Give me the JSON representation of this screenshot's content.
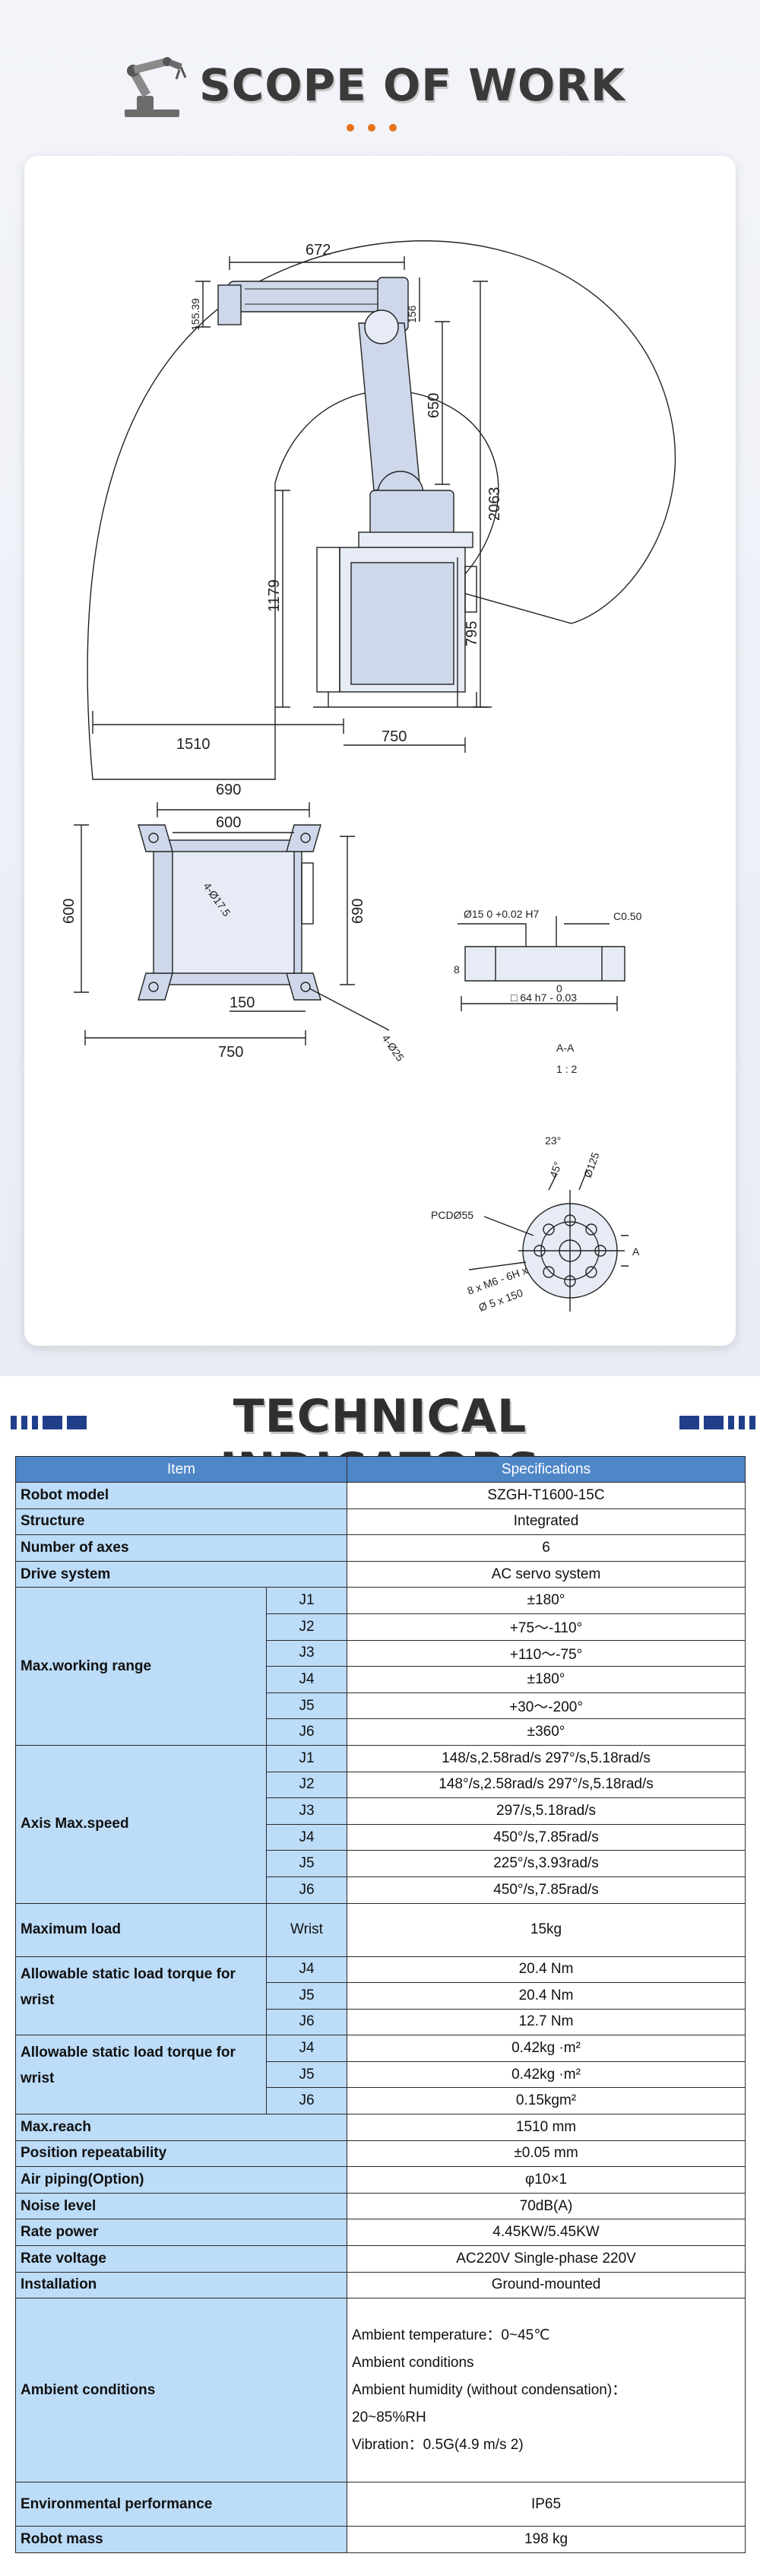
{
  "scope": {
    "title": "SCOPE OF WORK",
    "logo_icon": "robot-arm-icon",
    "accent_color": "#e8731c"
  },
  "drawing": {
    "side_view": {
      "dims": [
        "672",
        "155.39",
        "156",
        "650",
        "2063",
        "1179",
        "795",
        "1510",
        "750"
      ]
    },
    "base_view": {
      "dims": [
        "690",
        "600",
        "600",
        "690",
        "4-Ø17.5",
        "150",
        "750",
        "4-Ø25"
      ]
    },
    "section_view": {
      "labels": [
        "Ø15 0 +0.02 H7",
        "C0.50",
        "8",
        "0",
        "□ 64 h7 - 0.03",
        "A-A",
        "1 : 2"
      ]
    },
    "flange_view": {
      "labels": [
        "PCDØ55",
        "23°",
        "45°",
        "Ø125",
        "8 x M6 - 6H x",
        "Ø 5 x 150",
        "A"
      ]
    }
  },
  "tech": {
    "title": "TECHNICAL INDICATORS",
    "header_color": "#4f86c8",
    "label_color": "#bcdcf8",
    "col_item": "Item",
    "col_spec": "Specifications",
    "robot_model": {
      "label": "Robot model",
      "value": "SZGH-T1600-15C"
    },
    "structure": {
      "label": "Structure",
      "value": "Integrated"
    },
    "axes": {
      "label": "Number of axes",
      "value": "6"
    },
    "drive": {
      "label": "Drive system",
      "value": "AC servo system"
    },
    "range": {
      "label": "Max.working range",
      "rows": [
        {
          "j": "J1",
          "v": "±180°"
        },
        {
          "j": "J2",
          "v": "+75～-110°"
        },
        {
          "j": "J3",
          "v": "+110～-75°"
        },
        {
          "j": "J4",
          "v": "±180°"
        },
        {
          "j": "J5",
          "v": "+30～-200°"
        },
        {
          "j": "J6",
          "v": "±360°"
        }
      ]
    },
    "speed": {
      "label": "Axis Max.speed",
      "rows": [
        {
          "j": "J1",
          "v": "148/s,2.58rad/s 297°/s,5.18rad/s"
        },
        {
          "j": "J2",
          "v": "148°/s,2.58rad/s 297°/s,5.18rad/s"
        },
        {
          "j": "J3",
          "v": "297/s,5.18rad/s"
        },
        {
          "j": "J4",
          "v": "450°/s,7.85rad/s"
        },
        {
          "j": "J5",
          "v": "225°/s,3.93rad/s"
        },
        {
          "j": "J6",
          "v": "450°/s,7.85rad/s"
        }
      ]
    },
    "load": {
      "label": "Maximum load",
      "sub": "Wrist",
      "value": "15kg"
    },
    "torque": {
      "label": "Allowable static load torque for wrist",
      "rows": [
        {
          "j": "J4",
          "v": "20.4 Nm"
        },
        {
          "j": "J5",
          "v": "20.4 Nm"
        },
        {
          "j": "J6",
          "v": "12.7 Nm"
        }
      ]
    },
    "inertia": {
      "label": "Allowable static load torque for wrist",
      "rows": [
        {
          "j": "J4",
          "v": "0.42kg ·m²"
        },
        {
          "j": "J5",
          "v": "0.42kg ·m²"
        },
        {
          "j": "J6",
          "v": "0.15kgm²"
        }
      ]
    },
    "reach": {
      "label": "Max.reach",
      "value": "1510 mm"
    },
    "repeat": {
      "label": "Position repeatability",
      "value": "±0.05 mm"
    },
    "air": {
      "label": "Air piping(Option)",
      "value": "φ10×1"
    },
    "noise": {
      "label": "Noise level",
      "value": "70dB(A)"
    },
    "power": {
      "label": "Rate power",
      "value": "4.45KW/5.45KW"
    },
    "voltage": {
      "label": "Rate voltage",
      "value": "AC220V Single-phase 220V"
    },
    "install": {
      "label": "Installation",
      "value": "Ground-mounted"
    },
    "ambient": {
      "label": "Ambient conditions",
      "lines": [
        "Ambient temperature：0~45℃",
        "Ambient conditions",
        "Ambient humidity (without condensation)：",
        "20~85%RH",
        "Vibration：0.5G(4.9 m/s 2)"
      ]
    },
    "env": {
      "label": "Environmental performance",
      "value": "IP65"
    },
    "mass": {
      "label": "Robot mass",
      "value": "198 kg"
    }
  }
}
